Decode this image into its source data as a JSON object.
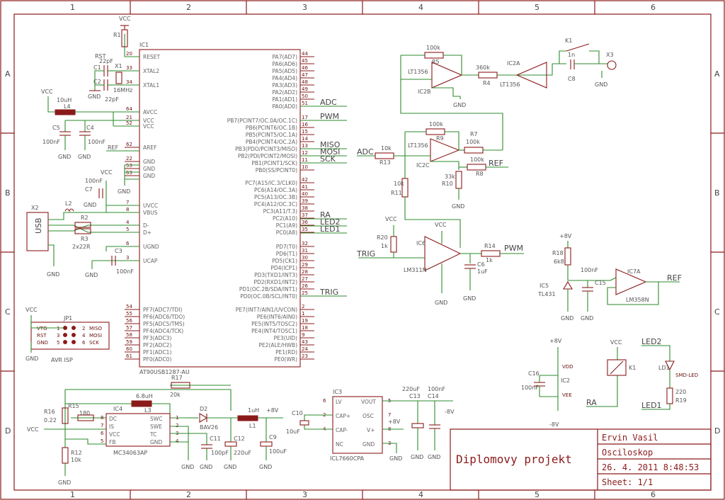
{
  "grid": {
    "columns": [
      "1",
      "2",
      "3",
      "4",
      "5",
      "6"
    ],
    "rows": [
      "A",
      "B",
      "C",
      "D"
    ]
  },
  "title_block": {
    "author": "Ervin Vasil",
    "name": "Osciloskop",
    "title": "Diplomovy projekt",
    "date": "26. 4. 2011 8:48:53",
    "sheet": "Sheet: 1/1"
  },
  "mcu": {
    "ref": "IC1",
    "part": "AT90USB1287-AU",
    "left_pins": [
      {
        "name": "RESET",
        "num": "20"
      },
      {
        "name": "XTAL2",
        "num": "33"
      },
      {
        "name": "XTAL1",
        "num": "34"
      },
      {
        "name": "AVCC",
        "num": "64"
      },
      {
        "name": "VCC",
        "num": "21"
      },
      {
        "name": "VCC",
        "num": "52"
      },
      {
        "name": "AREF",
        "num": "62"
      },
      {
        "name": "GND",
        "num": "22"
      },
      {
        "name": "GND",
        "num": "53"
      },
      {
        "name": "GND",
        "num": "63"
      },
      {
        "name": "UVCC",
        "num": "7"
      },
      {
        "name": "VBUS",
        "num": "8"
      },
      {
        "name": "D-",
        "num": "4"
      },
      {
        "name": "D+",
        "num": "5"
      },
      {
        "name": "UGND",
        "num": "6"
      },
      {
        "name": "UCAP",
        "num": "3"
      },
      {
        "name": "PF7(ADC7/TDI)",
        "num": "54"
      },
      {
        "name": "PF6(ADC6/TDO)",
        "num": "55"
      },
      {
        "name": "PF5(ADC5/TMS)",
        "num": "56"
      },
      {
        "name": "PF4(ADC4/TCK)",
        "num": "57"
      },
      {
        "name": "PF3(ADC3)",
        "num": "58"
      },
      {
        "name": "PF2(ADC2)",
        "num": "59"
      },
      {
        "name": "PF1(ADC1)",
        "num": "60"
      },
      {
        "name": "PF0(ADC0)",
        "num": "61"
      }
    ],
    "right_pins": [
      {
        "name": "PA7(AD7)",
        "num": "44"
      },
      {
        "name": "PA6(AD6)",
        "num": "45"
      },
      {
        "name": "PA5(AD5)",
        "num": "46"
      },
      {
        "name": "PA4(AD4)",
        "num": "47"
      },
      {
        "name": "PA3(AD3)",
        "num": "48"
      },
      {
        "name": "PA2(AD2)",
        "num": "49"
      },
      {
        "name": "PA1(AD1)",
        "num": "50"
      },
      {
        "name": "PA0(AD0)",
        "num": "51"
      },
      {
        "name": "PB7(PCINT7/OC.0A/OC.1C)",
        "num": "17"
      },
      {
        "name": "PB6(PCINT6/OC.1B)",
        "num": "16"
      },
      {
        "name": "PB5(PCINT5/OC.1A)",
        "num": "15"
      },
      {
        "name": "PB4(PCINT4/OC.2A)",
        "num": "14"
      },
      {
        "name": "PB3(PDO/PCINT3/MISO)",
        "num": "13"
      },
      {
        "name": "PB2(PDI/PCINT2/MOSI)",
        "num": "12"
      },
      {
        "name": "PB1(PCINT1/SCK)",
        "num": "11"
      },
      {
        "name": "PB0(SS/PCINT0)",
        "num": "10"
      },
      {
        "name": "PC7(A15/IC.3/CLK0)",
        "num": "42"
      },
      {
        "name": "PC6(A14/OC.3A)",
        "num": "41"
      },
      {
        "name": "PC5(A13/OC.3B)",
        "num": "40"
      },
      {
        "name": "PC4(A12/OC.3C)",
        "num": "39"
      },
      {
        "name": "PC3(A11/T.3)",
        "num": "38"
      },
      {
        "name": "PC2(A10)",
        "num": "37"
      },
      {
        "name": "PC1(A9)",
        "num": "36"
      },
      {
        "name": "PC0(A8)",
        "num": "35"
      },
      {
        "name": "PD7(T0)",
        "num": "32"
      },
      {
        "name": "PD6(T1)",
        "num": "31"
      },
      {
        "name": "PD5(CK1)",
        "num": "30"
      },
      {
        "name": "PD4(ICP1)",
        "num": "29"
      },
      {
        "name": "PD3(TXD1/INT3)",
        "num": "28"
      },
      {
        "name": "PD2(RXD1/INT2)",
        "num": "27"
      },
      {
        "name": "PD1(OC.2B/SDA/INT1)",
        "num": "26"
      },
      {
        "name": "PD0(OC.0B/SCL/INT0)",
        "num": "25"
      },
      {
        "name": "PE7(INT7/AIN1/UVCON)",
        "num": "2"
      },
      {
        "name": "PE6(INT6/AIN0)",
        "num": "1"
      },
      {
        "name": "PE5(INT5/TOSC2)",
        "num": "19"
      },
      {
        "name": "PE4(INT4/TOSC1)",
        "num": "18"
      },
      {
        "name": "PE3(UID)",
        "num": "9"
      },
      {
        "name": "PE2(ALE/HWB)",
        "num": "43"
      },
      {
        "name": "PE1(RD)",
        "num": "24"
      },
      {
        "name": "PE0(WR)",
        "num": "23"
      }
    ]
  },
  "signals": {
    "adc": "ADC",
    "pwm": "PWM",
    "miso": "MISO",
    "mosi": "MOSI",
    "sck": "SCK",
    "ra": "RA",
    "led2": "LED2",
    "led1": "LED1",
    "trig": "TRIG",
    "ref": "REF",
    "rst": "RST"
  },
  "power": {
    "vcc": "VCC",
    "gnd": "GND",
    "p8": "+8V",
    "m8": "-8V"
  },
  "parts": {
    "r1": "R1",
    "c1": "C1",
    "c1v": "22pF",
    "c2": "C2",
    "c2v": "22pF",
    "x1": "X1",
    "x1v": "16MHz",
    "l4": "L4",
    "l4v": "10uH",
    "c5": "C5",
    "c5v": "100nF",
    "c4": "C4",
    "c4v": "100nF",
    "c7": "C7",
    "c7v": "100nF",
    "x2": "X2",
    "usb": "USB",
    "l2": "L2",
    "r2": "R2",
    "r3": "R3",
    "r23v": "2x22R",
    "c3": "C3",
    "c3v": "100nF",
    "jp1": "JP1",
    "jp1v": "AVR ISP",
    "jp_vtg": "VTG",
    "jp_rst": "RST",
    "jp_gnd": "GND",
    "jp_miso": "MISO",
    "jp_mosi": "MOSI",
    "jp_sck": "SCK",
    "jp1n": "1",
    "jp2n": "2",
    "jp3n": "3",
    "jp4n": "4",
    "jp5n": "5",
    "jp6n": "6",
    "r5": "R5",
    "r5v": "100k",
    "ic2b": "IC2B",
    "ic2bv": "LT1356",
    "r4": "R4",
    "r4v": "360k",
    "ic2a": "IC2A",
    "ic2av": "LT1356",
    "k1": "K1",
    "c8": "C8",
    "c8v": "1n",
    "x3": "X3",
    "r9": "R9",
    "r9v": "100k",
    "r7": "R7",
    "r7v": "100k",
    "r13": "R13",
    "r13v": "10k",
    "ic2c": "IC2C",
    "ic2cv": "LT1356",
    "r8": "R8",
    "r8v": "100k",
    "r10": "R10",
    "r10v": "33k",
    "r11": "R11",
    "r11v": "10k",
    "r20": "R20",
    "r20v": "1k",
    "ic6": "IC6",
    "ic6v": "LM311N",
    "r14": "R14",
    "r14v": "1k",
    "c6": "C6",
    "c6v": "1uF",
    "r18": "R18",
    "r18v": "6k8",
    "c15": "C15",
    "c15v": "100nF",
    "ic5": "IC5",
    "ic5v": "TL431",
    "ic7a": "IC7A",
    "ic7av": "LM358N",
    "c16": "C16",
    "c16v": "100nF",
    "ic2": "IC2",
    "vdd": "VDD",
    "vee": "VEE",
    "k1b": "K1",
    "ld1": "LD1",
    "ld1v": "SMD-LED",
    "r19": "R19",
    "r19v": "220",
    "r16": "R16",
    "r16v": "0.22",
    "r15": "R15",
    "r15v": "180",
    "l3": "L3",
    "l3v": "6.8uH",
    "r17": "R17",
    "r17v": "20k",
    "ic4": "IC4",
    "ic4v": "MC34063AP",
    "ic4_dc": "DC",
    "ic4_is": "IS",
    "ic4_vcc": "VCC",
    "ic4_fb": "FB",
    "ic4_swc": "SWC",
    "ic4_swe": "SWE",
    "ic4_tc": "TC",
    "ic4_gnd": "GND",
    "d2": "D2",
    "d2v": "BAV26",
    "l1": "L1",
    "l1v": "1uH",
    "c11": "C11",
    "c11v": "100pF",
    "c12": "C12",
    "c12v": "220uF",
    "c9": "C9",
    "c9v": "100uF",
    "r12": "R12",
    "r12v": "10k",
    "ic3": "IC3",
    "ic3v": "ICL7660CPA",
    "ic3_lv": "LV",
    "ic3_capp": "CAP+",
    "ic3_capm": "CAP-",
    "ic3_nc": "NC",
    "ic3_vout": "VOUT",
    "ic3_osc": "OSC",
    "ic3_vp": "V+",
    "ic3_gnd": "GND",
    "c10": "C10",
    "c10v": "10uF",
    "c13": "C13",
    "c13v": "220uF",
    "c14": "C14",
    "c14v": "100nF"
  },
  "pin_numbers": {
    "p1": "1",
    "p2": "2",
    "p3": "3",
    "p4": "4",
    "p5": "5",
    "p6": "6",
    "p7": "7",
    "p8": "8",
    "p9": "9",
    "p10": "10",
    "p11": "11",
    "p12": "12"
  }
}
